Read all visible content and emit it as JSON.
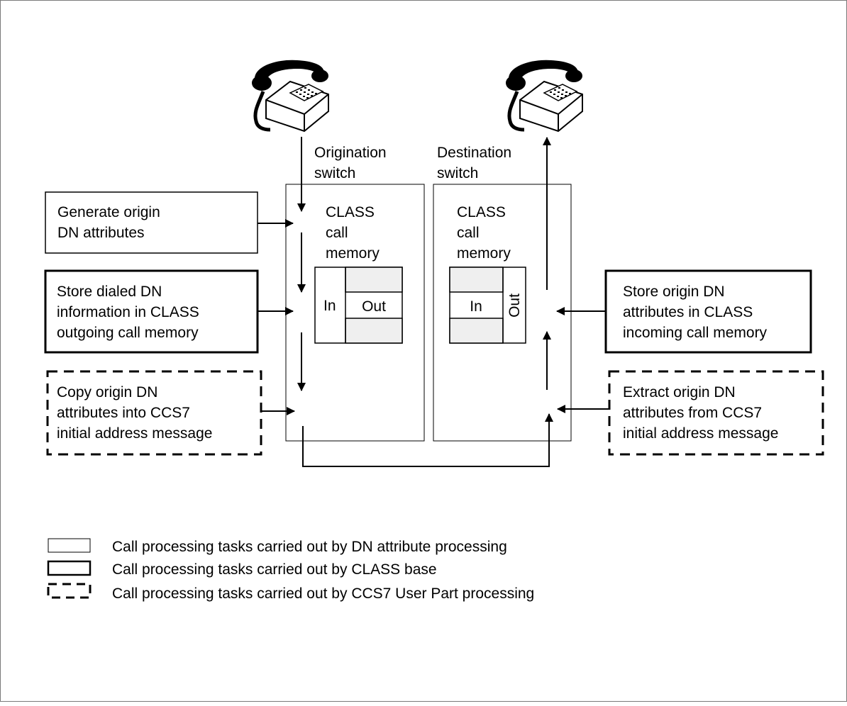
{
  "origination_switch": {
    "label_line1": "Origination",
    "label_line2": "switch",
    "memory_line1": "CLASS",
    "memory_line2": "call",
    "memory_line3": "memory",
    "in_label": "In",
    "out_label": "Out"
  },
  "destination_switch": {
    "label_line1": "Destination",
    "label_line2": "switch",
    "memory_line1": "CLASS",
    "memory_line2": "call",
    "memory_line3": "memory",
    "in_label": "In",
    "out_label": "Out"
  },
  "left_tasks": {
    "generate": {
      "line1": "Generate origin",
      "line2": "DN attributes"
    },
    "store_dialed": {
      "line1": "Store dialed DN",
      "line2": "information in CLASS",
      "line3": "outgoing call memory"
    },
    "copy_origin": {
      "line1": "Copy origin DN",
      "line2": "attributes into CCS7",
      "line3": "initial address message"
    }
  },
  "right_tasks": {
    "store_origin": {
      "line1": "Store origin DN",
      "line2": "attributes in CLASS",
      "line3": "incoming call memory"
    },
    "extract_origin": {
      "line1": "Extract origin DN",
      "line2": "attributes from CCS7",
      "line3": "initial address message"
    }
  },
  "legend": [
    {
      "style": "thin",
      "text": "Call processing tasks carried out by DN attribute processing"
    },
    {
      "style": "thick",
      "text": "Call processing tasks carried out by CLASS base"
    },
    {
      "style": "dashed",
      "text": "Call processing tasks carried out by CCS7 User Part processing"
    }
  ],
  "colors": {
    "line": "#000000",
    "memory_fill": "#efefef",
    "frame": "#7a7a7a"
  }
}
